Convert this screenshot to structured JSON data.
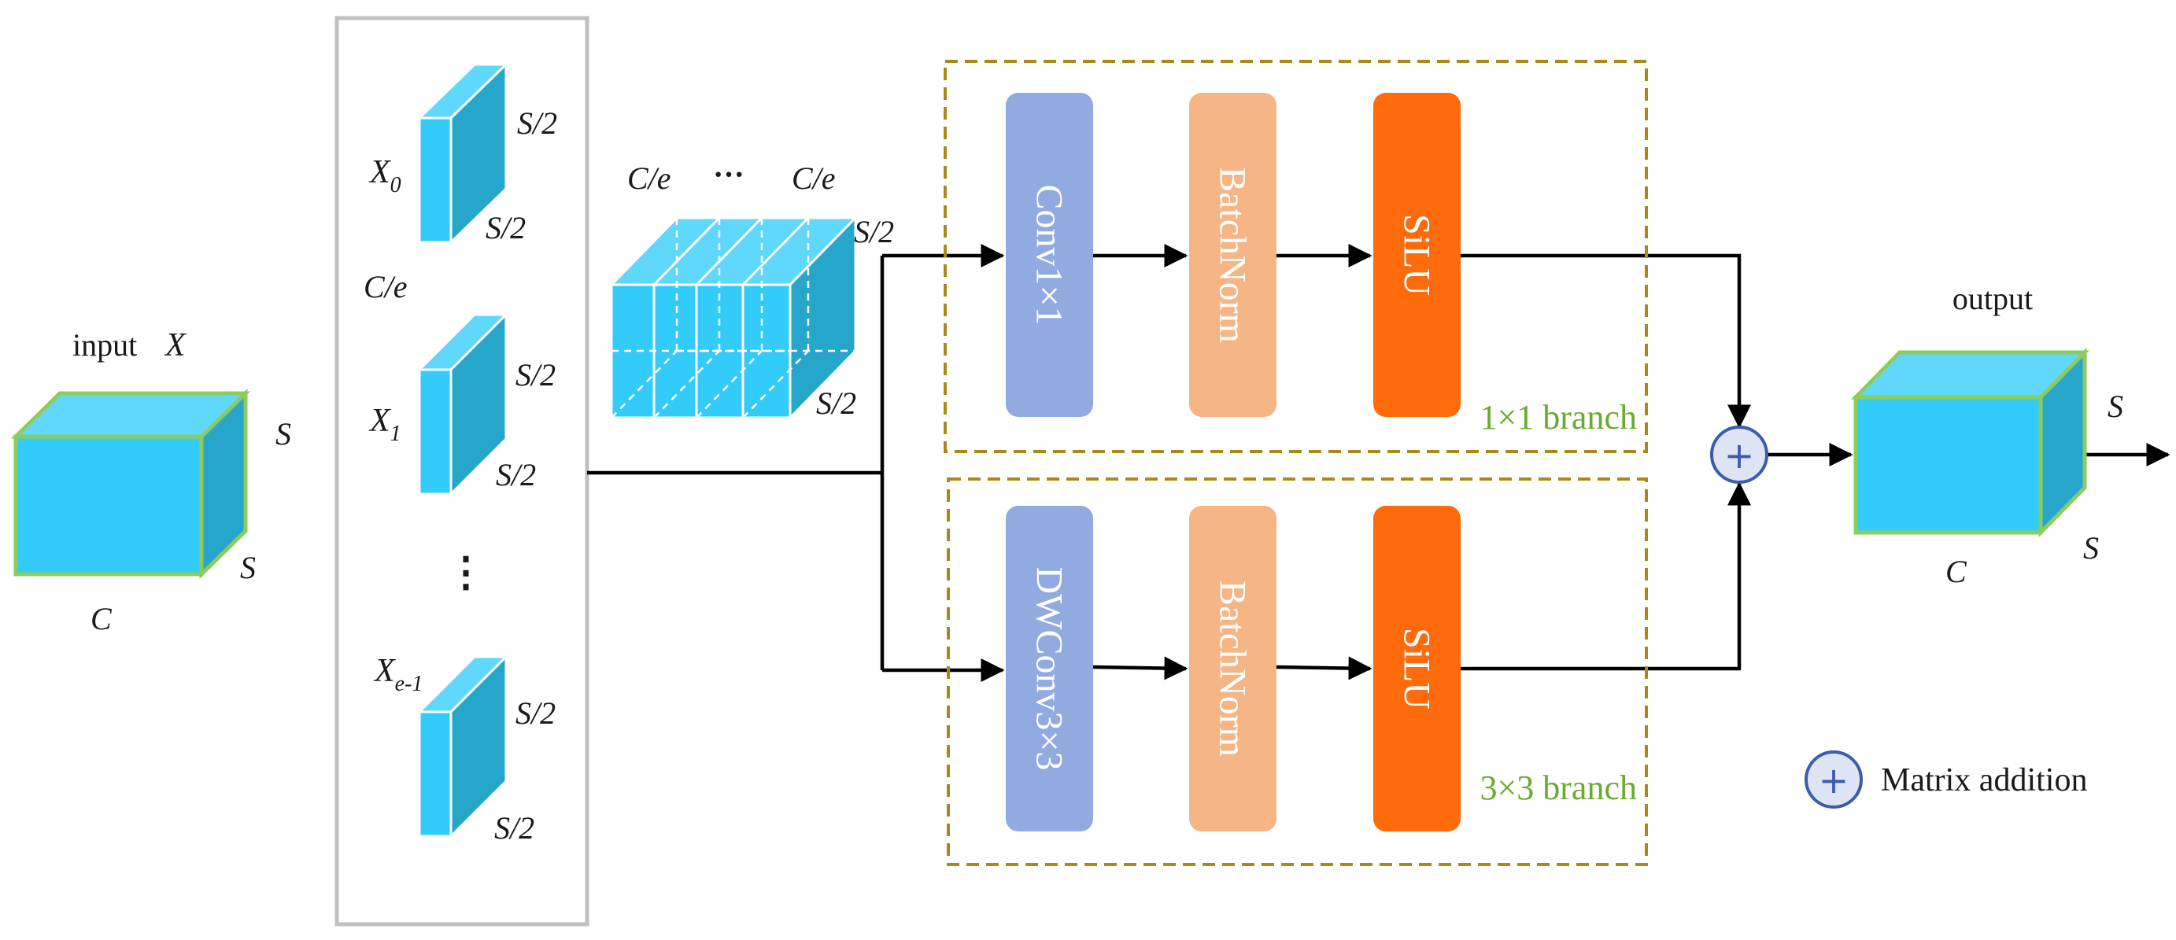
{
  "input": {
    "label": "input",
    "symbol": "X",
    "dim_s_side": "S",
    "dim_s_bottom": "S",
    "dim_c": "C"
  },
  "split": {
    "x0": {
      "base": "X",
      "sub": "0",
      "dim1": "S/2",
      "dim2": "S/2"
    },
    "ce_label": "C/e",
    "x1": {
      "base": "X",
      "sub": "1",
      "dim1": "S/2",
      "dim2": "S/2"
    },
    "vdots": "⋮",
    "xe1": {
      "base": "X",
      "sub": "e-1",
      "dim1": "S/2",
      "dim2": "S/2"
    }
  },
  "stack": {
    "ce_left": "C/e",
    "dots": "···",
    "ce_right": "C/e",
    "dim_top": "S/2",
    "dim_bottom": "S/2"
  },
  "branch1": {
    "blocks": [
      "Conv1×1",
      "BatchNorm",
      "SiLU"
    ],
    "label": "1×1 branch"
  },
  "branch2": {
    "blocks": [
      "DWConv3×3",
      "BatchNorm",
      "SiLU"
    ],
    "label": "3×3 branch"
  },
  "plus_symbol": "+",
  "output": {
    "label": "output",
    "dim_s_side": "S",
    "dim_s_bottom": "S",
    "dim_c": "C"
  },
  "legend": {
    "label": "Matrix addition"
  },
  "colors": {
    "cube_front": "#33ccfa",
    "cube_top": "#5fd8fb",
    "cube_side": "#27a6cc",
    "cube_edge": "#8dcc5c",
    "conv": "#91abe0",
    "batchnorm": "#f5b585",
    "silu": "#ff6a0a",
    "branch_border": "#a78a1a",
    "branch_label": "#6aaa2c",
    "plus_fill": "#dde4f3",
    "plus_stroke": "#3b5bab"
  }
}
